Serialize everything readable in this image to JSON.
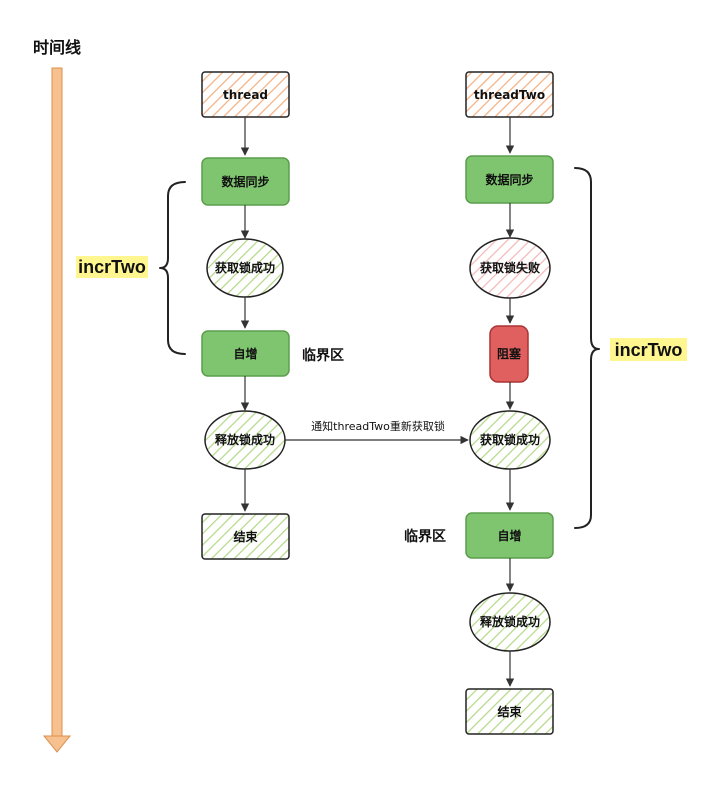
{
  "timeline_label": "时间线",
  "colors": {
    "timeline_fill": "#f7c08f",
    "timeline_stroke": "#d9914e",
    "green_fill": "#7fc56f",
    "green_stroke": "#5a9e4b",
    "hatch_green": "#b5d98a",
    "hatch_orange": "#f4b183",
    "hatch_pink": "#f4b9b9",
    "red_fill": "#e06060",
    "highlight": "#fff68f"
  },
  "thread_one": {
    "start": "thread",
    "sync": "数据同步",
    "acquire": "获取锁成功",
    "increment": "自增",
    "critical_label": "临界区",
    "release": "释放锁成功",
    "end": "结束",
    "brace_label": "incrTwo"
  },
  "thread_two": {
    "start": "threadTwo",
    "sync": "数据同步",
    "acquire_fail": "获取锁失败",
    "blocked": "阻塞",
    "acquire": "获取锁成功",
    "increment": "自增",
    "critical_label": "临界区",
    "release": "释放锁成功",
    "end": "结束",
    "brace_label": "incrTwo"
  },
  "notify_label": "通知threadTwo重新获取锁"
}
